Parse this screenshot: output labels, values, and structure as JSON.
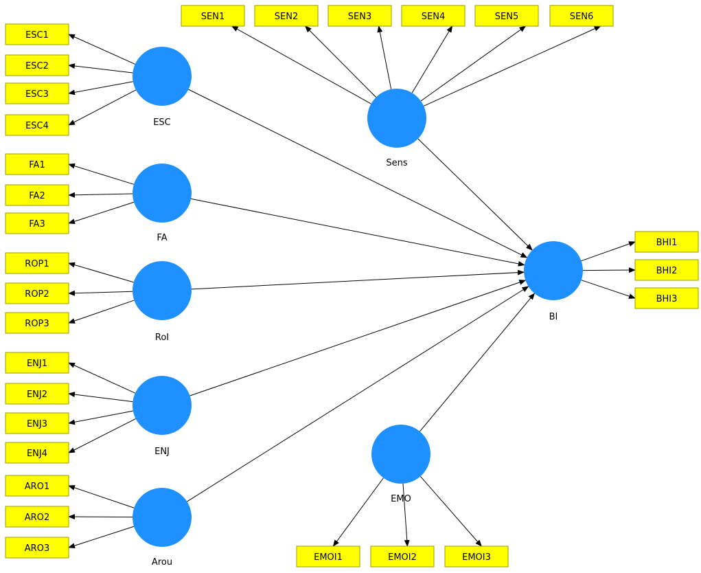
{
  "colors": {
    "indicator_fill": "#ffff00",
    "indicator_stroke": "#999900",
    "latent_fill": "#1e90ff",
    "edge": "#000000"
  },
  "latents": [
    {
      "id": "esc",
      "label": "ESC"
    },
    {
      "id": "fa",
      "label": "FA"
    },
    {
      "id": "roi",
      "label": "RoI"
    },
    {
      "id": "enj",
      "label": "ENJ"
    },
    {
      "id": "arou",
      "label": "Arou"
    },
    {
      "id": "sens",
      "label": "Sens"
    },
    {
      "id": "emo",
      "label": "EMO"
    },
    {
      "id": "bi",
      "label": "BI"
    }
  ],
  "indicators": [
    {
      "id": "esc1",
      "label": "ESC1",
      "latent": "esc"
    },
    {
      "id": "esc2",
      "label": "ESC2",
      "latent": "esc"
    },
    {
      "id": "esc3",
      "label": "ESC3",
      "latent": "esc"
    },
    {
      "id": "esc4",
      "label": "ESC4",
      "latent": "esc"
    },
    {
      "id": "fa1",
      "label": "FA1",
      "latent": "fa"
    },
    {
      "id": "fa2",
      "label": "FA2",
      "latent": "fa"
    },
    {
      "id": "fa3",
      "label": "FA3",
      "latent": "fa"
    },
    {
      "id": "rop1",
      "label": "ROP1",
      "latent": "roi"
    },
    {
      "id": "rop2",
      "label": "ROP2",
      "latent": "roi"
    },
    {
      "id": "rop3",
      "label": "ROP3",
      "latent": "roi"
    },
    {
      "id": "enj1",
      "label": "ENJ1",
      "latent": "enj"
    },
    {
      "id": "enj2",
      "label": "ENJ2",
      "latent": "enj"
    },
    {
      "id": "enj3",
      "label": "ENJ3",
      "latent": "enj"
    },
    {
      "id": "enj4",
      "label": "ENJ4",
      "latent": "enj"
    },
    {
      "id": "aro1",
      "label": "ARO1",
      "latent": "arou"
    },
    {
      "id": "aro2",
      "label": "ARO2",
      "latent": "arou"
    },
    {
      "id": "aro3",
      "label": "ARO3",
      "latent": "arou"
    },
    {
      "id": "sen1",
      "label": "SEN1",
      "latent": "sens"
    },
    {
      "id": "sen2",
      "label": "SEN2",
      "latent": "sens"
    },
    {
      "id": "sen3",
      "label": "SEN3",
      "latent": "sens"
    },
    {
      "id": "sen4",
      "label": "SEN4",
      "latent": "sens"
    },
    {
      "id": "sen5",
      "label": "SEN5",
      "latent": "sens"
    },
    {
      "id": "sen6",
      "label": "SEN6",
      "latent": "sens"
    },
    {
      "id": "emoi1",
      "label": "EMOI1",
      "latent": "emo"
    },
    {
      "id": "emoi2",
      "label": "EMOI2",
      "latent": "emo"
    },
    {
      "id": "emoi3",
      "label": "EMOI3",
      "latent": "emo"
    },
    {
      "id": "bhi1",
      "label": "BHI1",
      "latent": "bi"
    },
    {
      "id": "bhi2",
      "label": "BHI2",
      "latent": "bi"
    },
    {
      "id": "bhi3",
      "label": "BHI3",
      "latent": "bi"
    }
  ],
  "paths": [
    {
      "from": "esc",
      "to": "bi"
    },
    {
      "from": "fa",
      "to": "bi"
    },
    {
      "from": "roi",
      "to": "bi"
    },
    {
      "from": "enj",
      "to": "bi"
    },
    {
      "from": "arou",
      "to": "bi"
    },
    {
      "from": "sens",
      "to": "bi"
    },
    {
      "from": "emo",
      "to": "bi"
    }
  ]
}
